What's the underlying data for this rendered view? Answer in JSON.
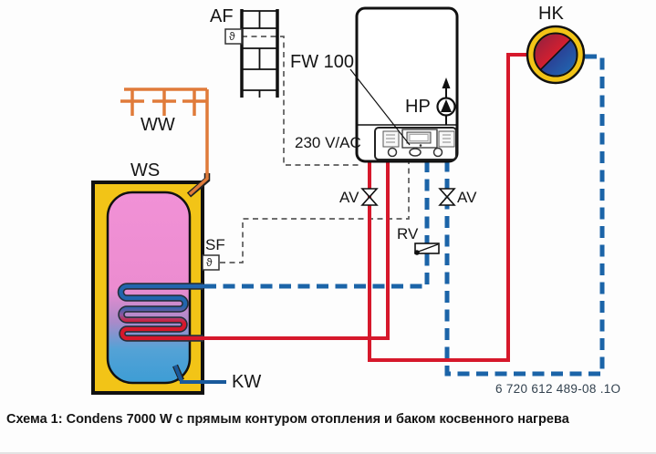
{
  "diagram": {
    "caption": "Схема 1: Condens 7000 W с прямым контуром отопления и баком косвенного нагрева",
    "doc_number": "6 720 612 489-08 .1O",
    "labels": {
      "outdoor_sensor": "AF",
      "controller": "FW 100",
      "power": "230 V/AC",
      "pump": "HP",
      "heating_circuit": "HK",
      "warm_water": "WW",
      "storage_tank": "WS",
      "tank_sensor": "SF",
      "cold_water": "KW",
      "shutoff_valve_left": "AV",
      "shutoff_valve_right": "AV",
      "check_valve": "RV",
      "theta": "ϑ"
    },
    "colors": {
      "supply_red": "#d6182b",
      "return_blue": "#1b64a8",
      "warm_water_orange": "#e07b3a",
      "tank_yellow": "#f2c417",
      "tank_pink": "#f08fd3",
      "tank_blue": "#3d9dd5",
      "wire_gray": "#5a5a5a"
    }
  }
}
